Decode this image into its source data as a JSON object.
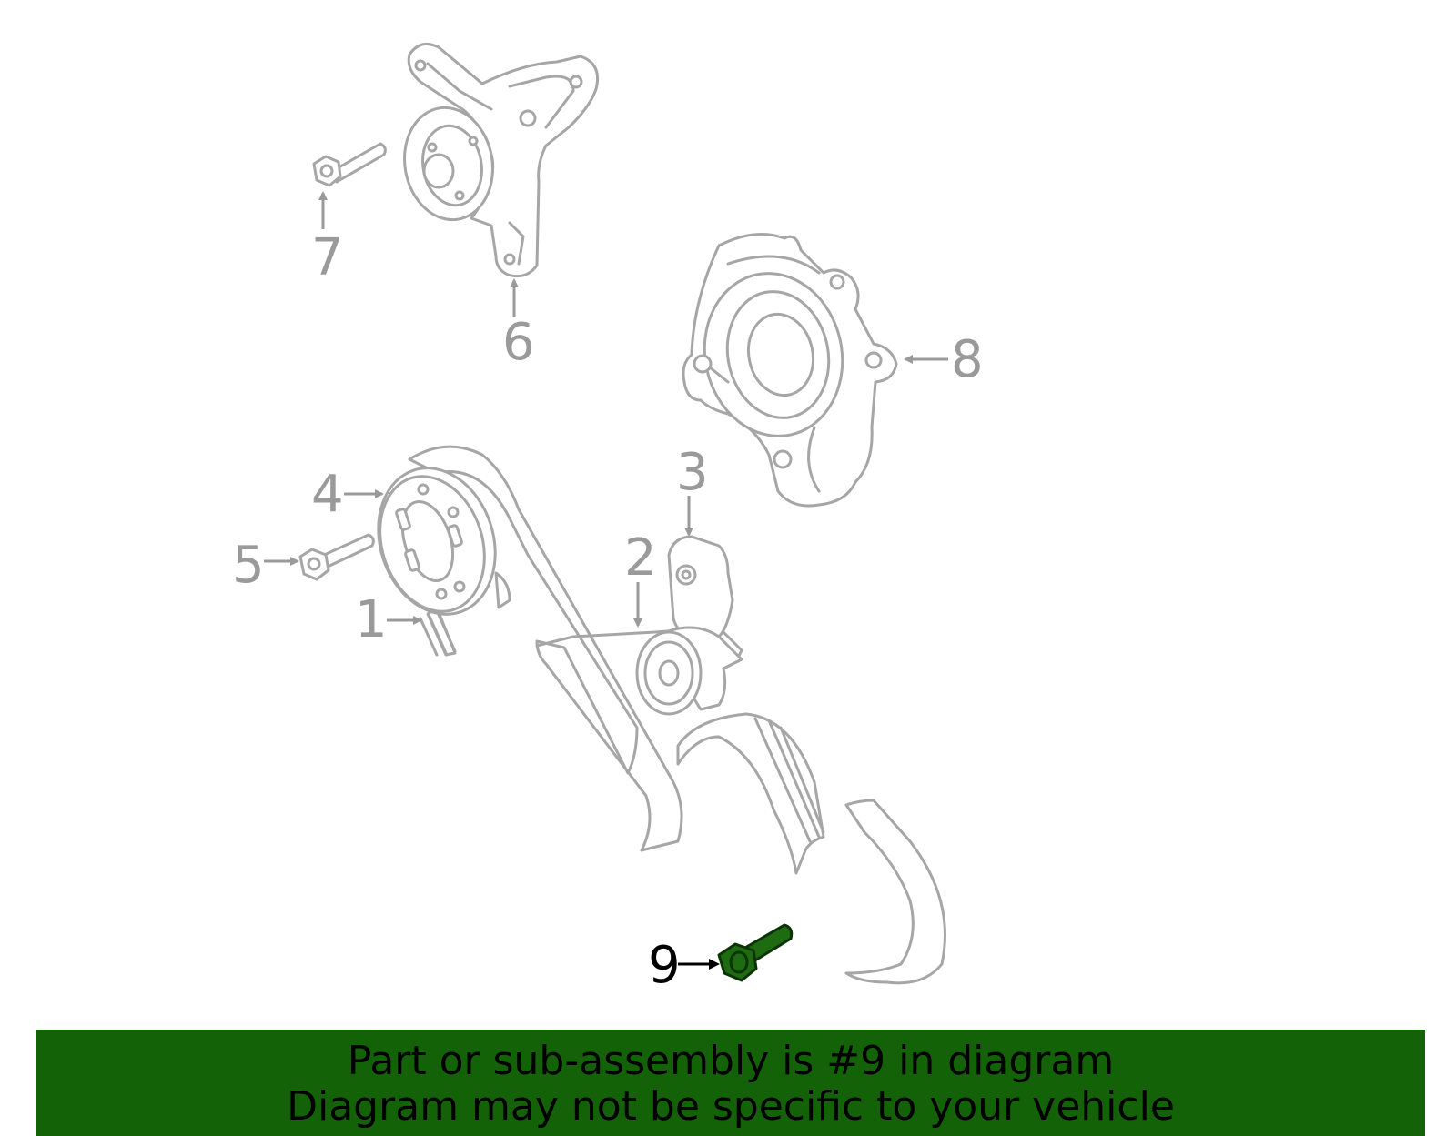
{
  "callouts": {
    "c1": "1",
    "c2": "2",
    "c3": "3",
    "c4": "4",
    "c5": "5",
    "c6": "6",
    "c7": "7",
    "c8": "8",
    "c9": "9"
  },
  "highlighted_part": "9",
  "colors": {
    "highlight_fill": "#1e6b12",
    "banner_background": "#136207",
    "part_outline": "#a6a6a6",
    "callout_gray": "#9a9a9a"
  },
  "banner": {
    "line1": "Part or sub-assembly is #9 in diagram",
    "line2": "Diagram may not be specific to your vehicle"
  }
}
